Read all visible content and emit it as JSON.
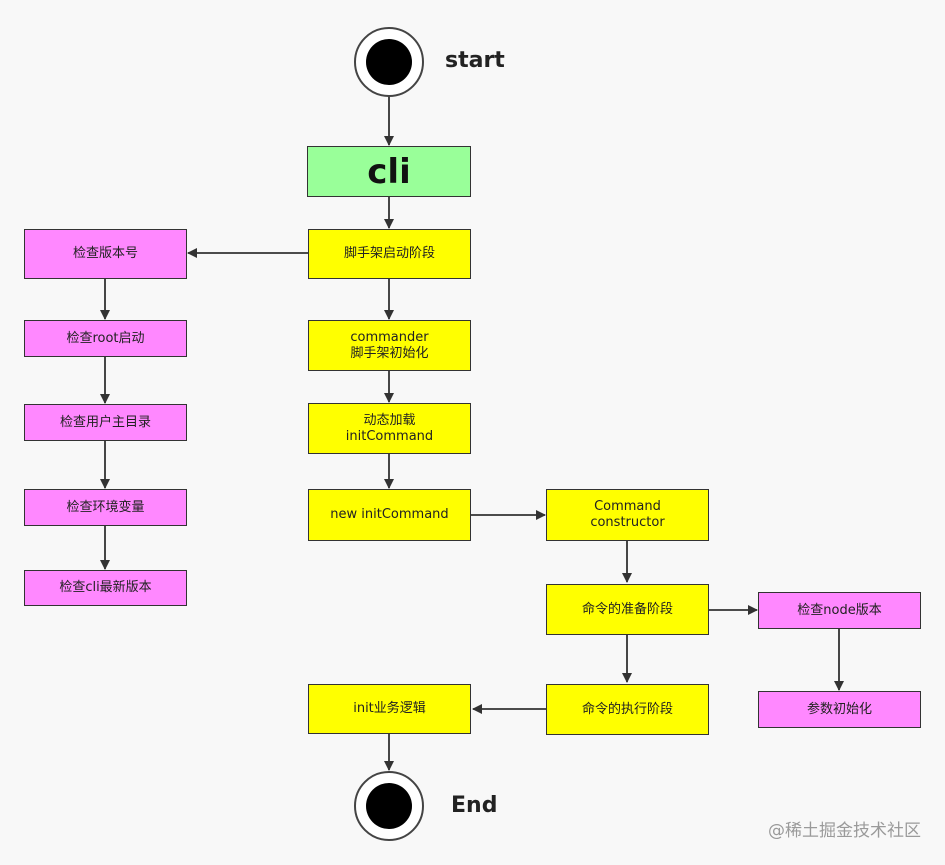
{
  "terminals": {
    "start": "start",
    "end": "End"
  },
  "nodes": {
    "cli": "cli",
    "scaffold_start": "脚手架启动阶段",
    "commander_init": "commander\n脚手架初始化",
    "dynamic_load": "动态加载\ninitCommand",
    "new_init": "new initCommand",
    "command_constructor": "Command\nconstructor",
    "prepare_stage": "命令的准备阶段",
    "exec_stage": "命令的执行阶段",
    "init_logic": "init业务逻辑",
    "check_version": "检查版本号",
    "check_root": "检查root启动",
    "check_home": "检查用户主目录",
    "check_env": "检查环境变量",
    "check_cli_latest": "检查cli最新版本",
    "check_node": "检查node版本",
    "param_init": "参数初始化"
  },
  "watermark": "@稀土掘金技术社区",
  "colors": {
    "process": "#ffff00",
    "check": "#ff88ff",
    "entry": "#99ff99",
    "edge": "#333333"
  }
}
